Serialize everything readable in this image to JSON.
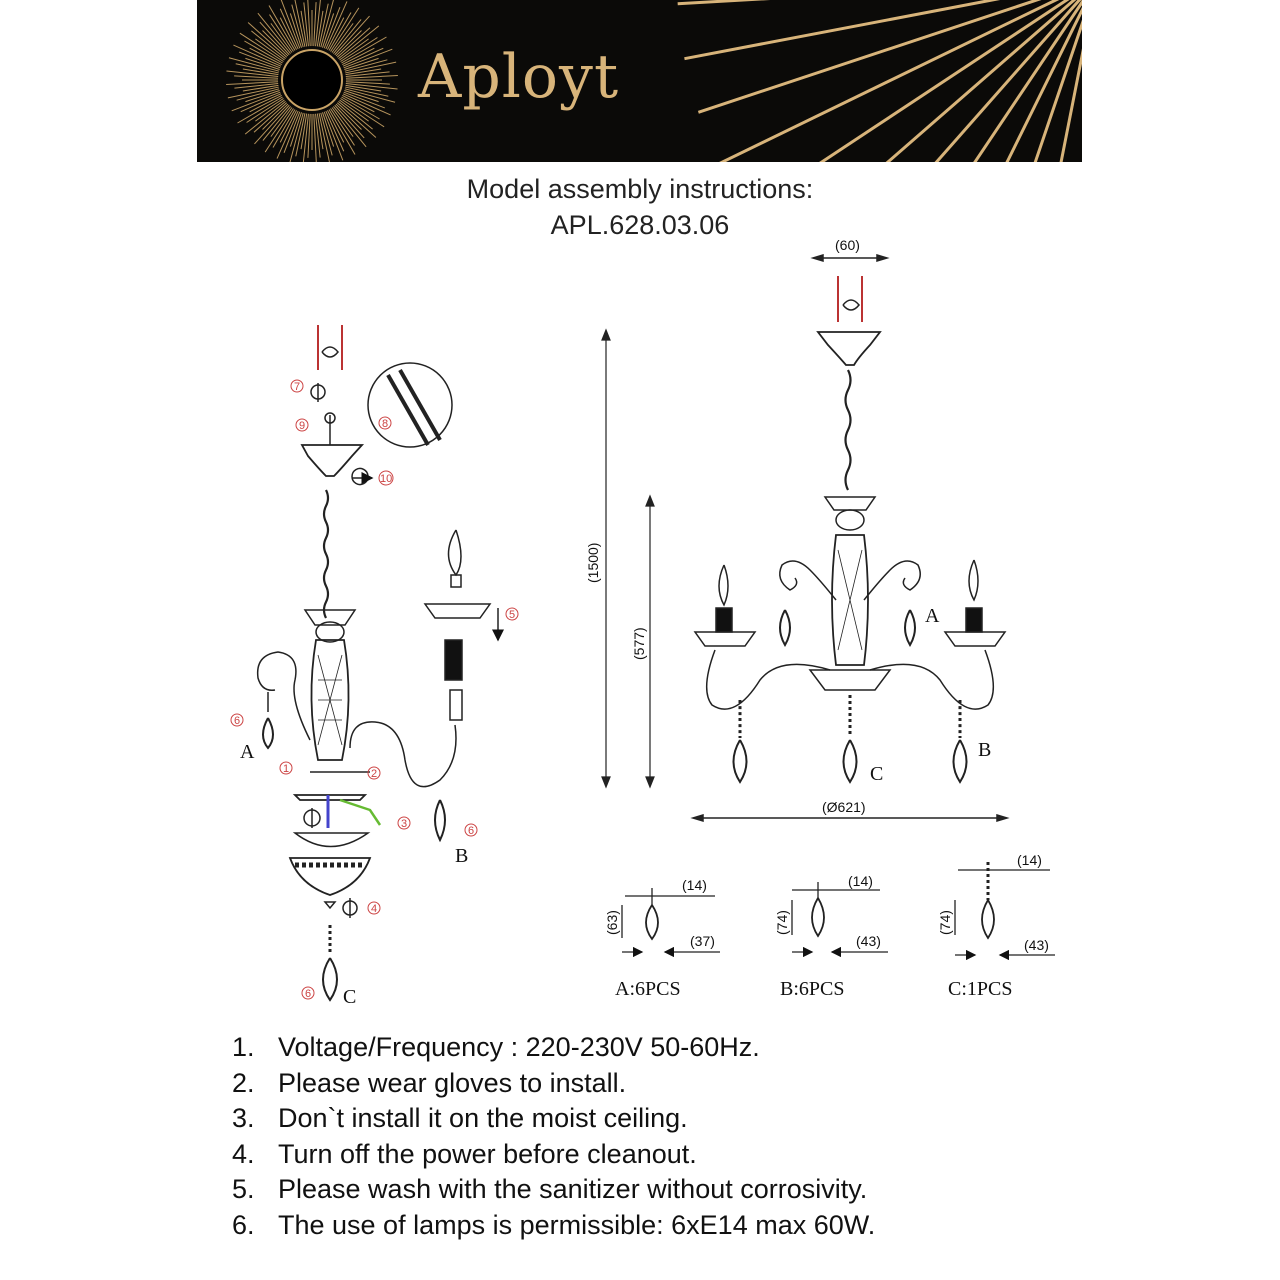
{
  "brand": {
    "name": "Aployt"
  },
  "header": {
    "line1": "Model assembly instructions:",
    "line2": "APL.628.03.06"
  },
  "dimensions": {
    "top_width": "(60)",
    "total_height": "(1500)",
    "body_height": "(577)",
    "diameter": "(Ø621)"
  },
  "assembly_labels": {
    "step_numbers": [
      "1",
      "2",
      "3",
      "4",
      "5",
      "6",
      "7",
      "8",
      "9",
      "10"
    ],
    "A": "A",
    "B": "B",
    "C": "C"
  },
  "pendants": [
    {
      "label": "A:6PCS",
      "width": "(14)",
      "height": "(63)",
      "length": "(37)"
    },
    {
      "label": "B:6PCS",
      "width": "(14)",
      "height": "(74)",
      "length": "(43)"
    },
    {
      "label": "C:1PCS",
      "width": "(14)",
      "height": "(74)",
      "length": "(43)"
    }
  ],
  "specs": [
    {
      "num": "1.",
      "text": "Voltage/Frequency : 220-230V 50-60Hz."
    },
    {
      "num": "2.",
      "text": "Please wear gloves to install."
    },
    {
      "num": "3.",
      "text": "Don`t install it on the moist ceiling."
    },
    {
      "num": "4.",
      "text": "Turn off the power before cleanout."
    },
    {
      "num": "5.",
      "text": "Please wash with the sanitizer without corrosivity."
    },
    {
      "num": "6.",
      "text": "The use of lamps is permissible: 6xE14 max 60W."
    }
  ],
  "colors": {
    "banner_bg": "#0b0a08",
    "gold": "#d8b47a"
  }
}
